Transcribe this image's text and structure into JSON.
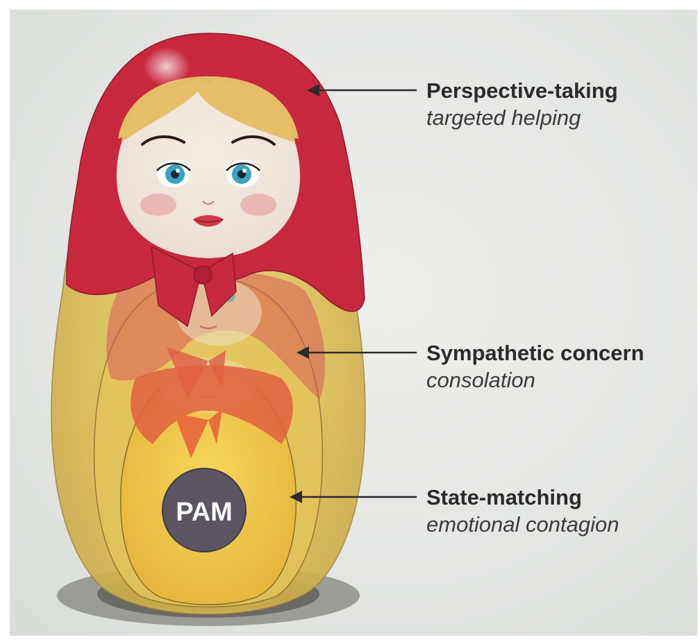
{
  "layers": [
    {
      "title": "Perspective-taking",
      "subtitle": "targeted helping"
    },
    {
      "title": "Sympathetic concern",
      "subtitle": "consolation"
    },
    {
      "title": "State-matching",
      "subtitle": "emotional contagion"
    }
  ],
  "core_label": "PAM",
  "colors": {
    "outer_scarf": "#c8283e",
    "middle_scarf": "#d9554a",
    "inner_scarf": "#e0603e",
    "doll_body": "#d9bb58",
    "core_disc": "#5a5560",
    "text": "#2b2b2b"
  }
}
